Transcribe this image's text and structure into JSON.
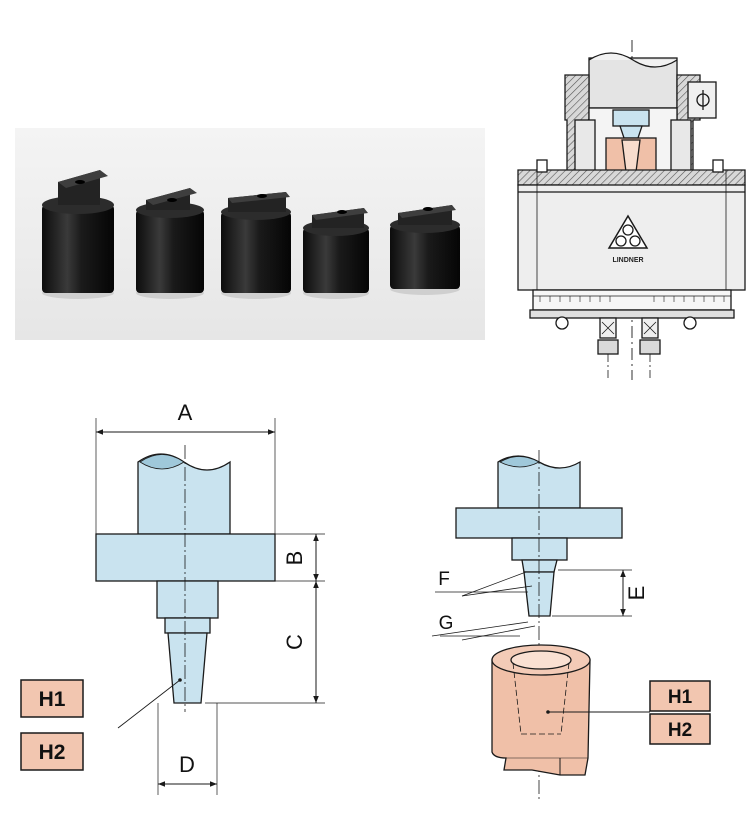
{
  "colors": {
    "tool_blue": "#c9e3ef",
    "die_pink": "#f0c0a8",
    "tag_pink": "#f2c6b0",
    "machine_gray": "#dcdcdc",
    "line": "#1a1a1a",
    "photo_black": "#1b1b1b"
  },
  "icons": {
    "brand_logo": "triple-circle-triangle-logo",
    "adjust_knob": "crosshair-knob-icon"
  },
  "machine": {
    "brand_text": "LINDNER"
  },
  "punch_diagram": {
    "dim_A": "A",
    "dim_B": "B",
    "dim_C": "C",
    "dim_D": "D",
    "tag_H1": "H1",
    "tag_H2": "H2"
  },
  "die_diagram": {
    "dim_E": "E",
    "dim_F": "F",
    "dim_G": "G",
    "tag_H1": "H1",
    "tag_H2": "H2"
  }
}
